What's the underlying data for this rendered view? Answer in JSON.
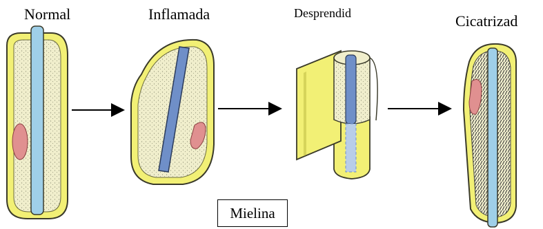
{
  "stages": [
    {
      "label": "Normal"
    },
    {
      "label": "Inflamada"
    },
    {
      "label": "Desprendid"
    },
    {
      "label": "Cicatrizad"
    }
  ],
  "legend_box": {
    "label": "Mielina"
  },
  "colors": {
    "sheath": "#f2f075",
    "sheath_outline": "#3a3a2a",
    "interior": "#f0eecc",
    "axon_light": "#9fcfe8",
    "axon_dark": "#6f8fc8",
    "nucleus": "#e09090",
    "arrow": "#000000"
  }
}
